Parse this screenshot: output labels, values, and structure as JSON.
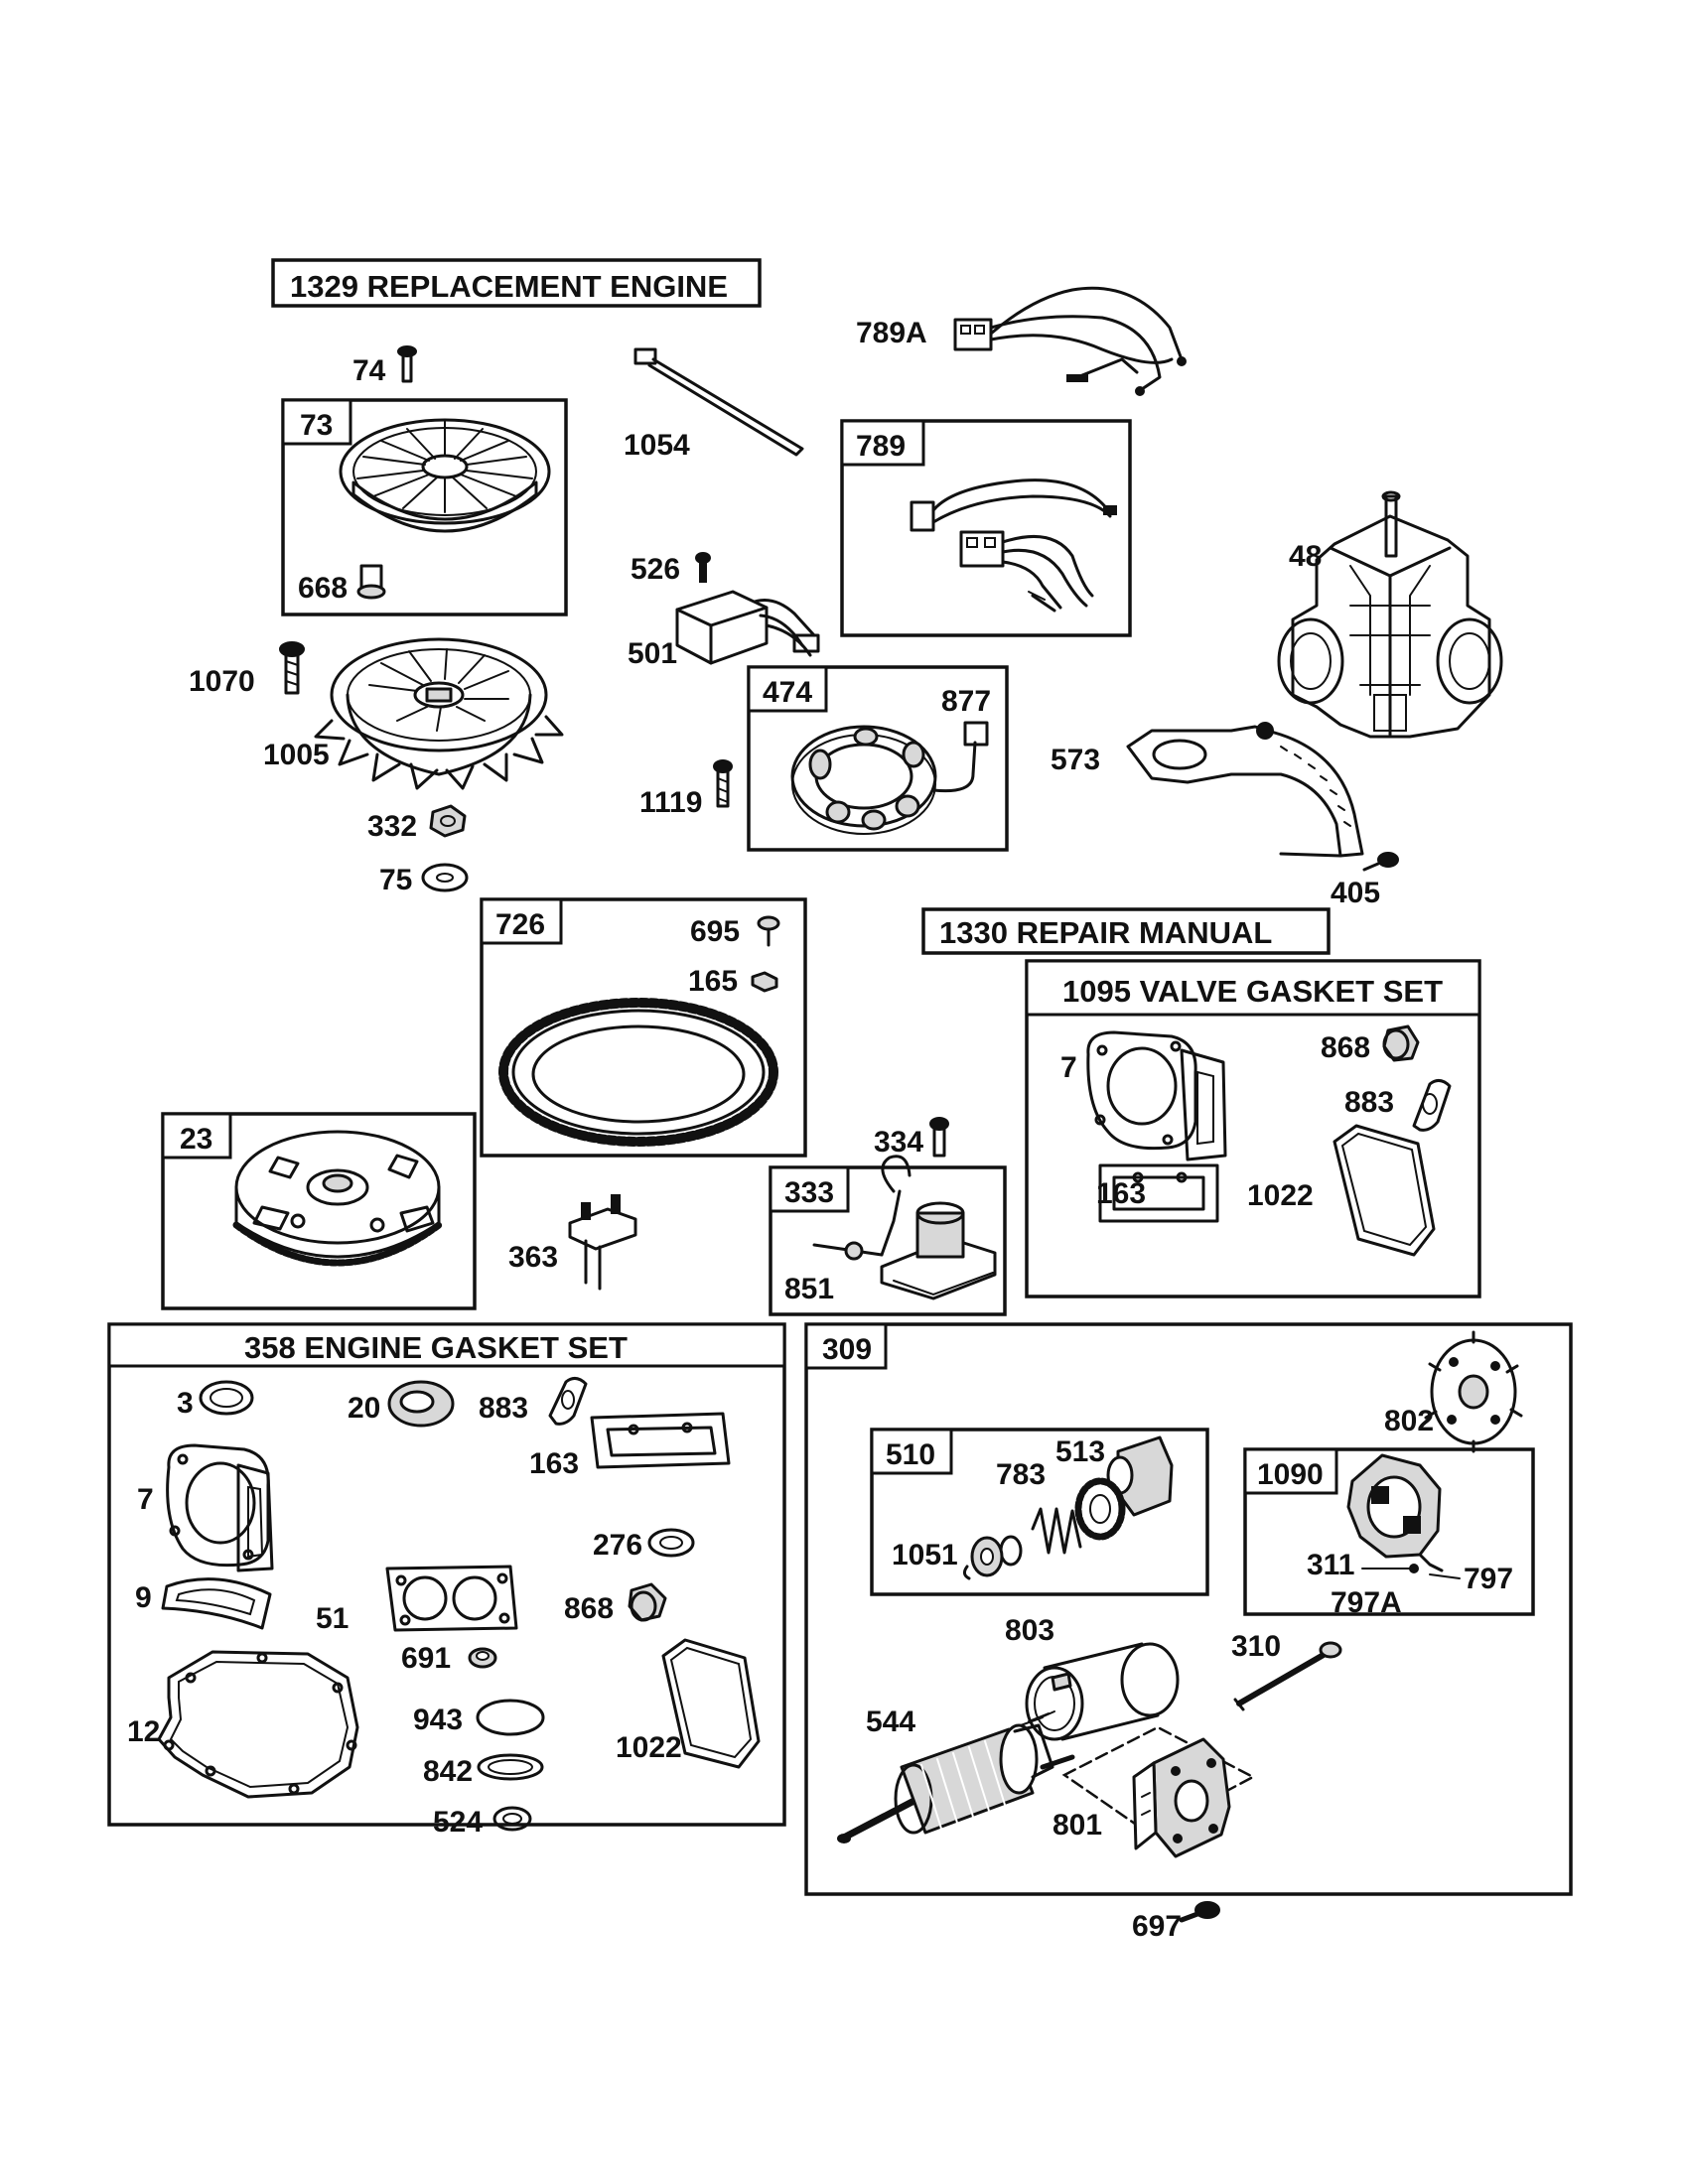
{
  "titles": {
    "replacement_engine": "1329 REPLACEMENT ENGINE",
    "repair_manual": "1330 REPAIR MANUAL",
    "valve_gasket_set": "1095 VALVE GASKET SET",
    "engine_gasket_set": "358 ENGINE GASKET SET"
  },
  "boxes": {
    "b73": "73",
    "b789": "789",
    "b474": "474",
    "b726": "726",
    "b23": "23",
    "b333": "333",
    "b309": "309",
    "b510": "510",
    "b1090": "1090"
  },
  "labels": {
    "p74": "74",
    "p668": "668",
    "p1054": "1054",
    "p789a": "789A",
    "p526": "526",
    "p501": "501",
    "p48": "48",
    "p1070": "1070",
    "p1005": "1005",
    "p877": "877",
    "p1119": "1119",
    "p573": "573",
    "p332": "332",
    "p75": "75",
    "p405": "405",
    "p695": "695",
    "p165": "165",
    "p334": "334",
    "p363": "363",
    "p851": "851",
    "p7v": "7",
    "p868v": "868",
    "p883v": "883",
    "p163v": "163",
    "p1022v": "1022",
    "p3": "3",
    "p20": "20",
    "p883e": "883",
    "p163e": "163",
    "p7e": "7",
    "p276": "276",
    "p9": "9",
    "p51": "51",
    "p868e": "868",
    "p691": "691",
    "p12": "12",
    "p943": "943",
    "p1022e": "1022",
    "p842": "842",
    "p524": "524",
    "p802": "802",
    "p783": "783",
    "p513": "513",
    "p1051": "1051",
    "p311": "311",
    "p797": "797",
    "p797a": "797A",
    "p803": "803",
    "p310": "310",
    "p544": "544",
    "p801": "801",
    "p697": "697"
  },
  "icons": [
    "flywheel-screen",
    "fan",
    "harness",
    "ignition-coil",
    "engine-block",
    "stator",
    "ring-gear",
    "flywheel",
    "gasket",
    "starter-motor"
  ]
}
